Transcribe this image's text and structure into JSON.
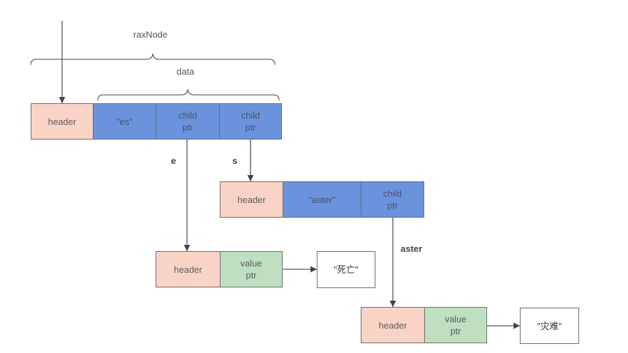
{
  "braces": {
    "rax_node": "raxNode",
    "data": "data"
  },
  "nodes": {
    "root": {
      "header": "header",
      "key": "\"es\"",
      "child_ptr_1": "child\nptr",
      "child_ptr_2": "child\nptr"
    },
    "aster_node": {
      "header": "header",
      "key": "\"aster\"",
      "child_ptr": "child\nptr"
    },
    "leaf_e": {
      "header": "header",
      "value_ptr": "value\nptr",
      "value": "\"死亡\""
    },
    "leaf_aster": {
      "header": "header",
      "value_ptr": "value\nptr",
      "value": "\"灾难\""
    }
  },
  "edges": {
    "e": "e",
    "s": "s",
    "aster": "aster"
  },
  "colors": {
    "header": "#f9d4c6",
    "data": "#6b93dd",
    "value_ptr": "#bfe0c0",
    "value": "#ffffff",
    "line": "#555555"
  }
}
